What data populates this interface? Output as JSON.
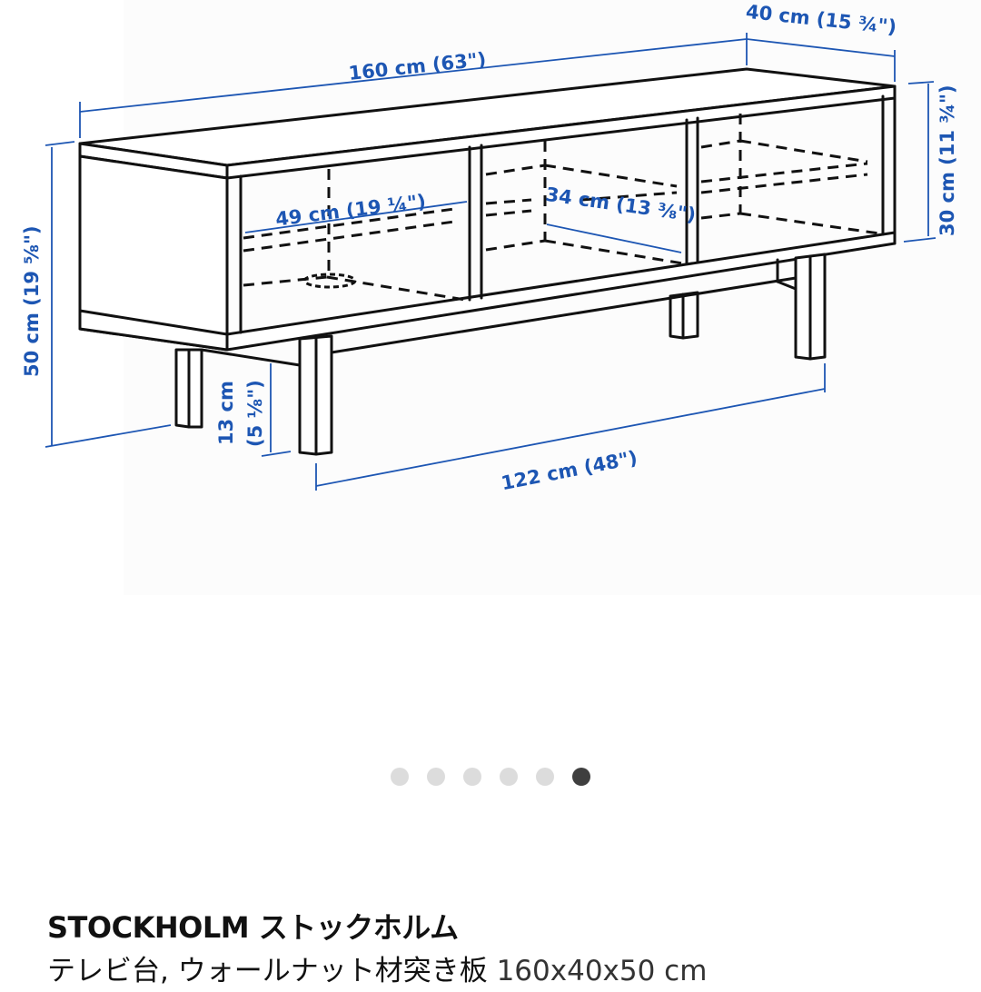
{
  "gallery": {
    "image_alt": "STOCKHOLM TV bench dimension drawing",
    "dimension_color": "#1d56b3",
    "dimensions": {
      "width": "160 cm (63\")",
      "depth": "40 cm (15 ¾\")",
      "height": "50 cm (19 ⅝\")",
      "inner_height": "30 cm (11 ¾\")",
      "compartment_width": "49 cm (19 ¼\")",
      "compartment_depth": "34 cm (13 ⅜\")",
      "leg_height_cm": "13 cm",
      "leg_height_in": "(5 ⅛\")",
      "leg_span": "122 cm (48\")"
    },
    "pager": {
      "total": 6,
      "active_index": 5,
      "dots": [
        "1",
        "2",
        "3",
        "4",
        "5",
        "6"
      ]
    }
  },
  "product": {
    "name": "STOCKHOLM ストックホルム",
    "description": "テレビ台, ウォールナット材突き板",
    "size": "160x40x50 cm"
  }
}
